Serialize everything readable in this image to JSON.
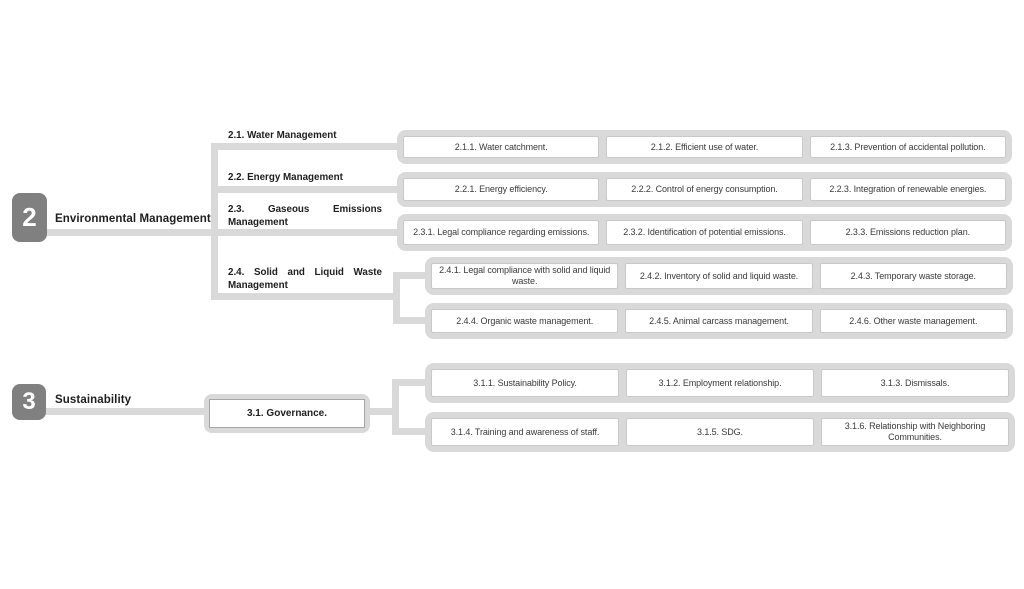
{
  "palette": {
    "connector_gray": "#d9d9d9",
    "badge_gray": "#808080",
    "cell_border": "#c9c9c9",
    "node_border": "#a6a6a6",
    "label_text": "#1e1e1e",
    "cell_text": "#3a3a3a",
    "background": "#ffffff"
  },
  "sections": [
    {
      "number": "2",
      "label": "Environmental Management",
      "branches": [
        {
          "label": "2.1. Water Management",
          "rows": [
            {
              "cells": [
                "2.1.1. Water catchment.",
                "2.1.2. Efficient use of water.",
                "2.1.3. Prevention of accidental pollution."
              ]
            }
          ]
        },
        {
          "label": "2.2. Energy Management",
          "rows": [
            {
              "cells": [
                "2.2.1. Energy efficiency.",
                "2.2.2. Control of energy consumption.",
                "2.2.3. Integration of renewable energies."
              ]
            }
          ]
        },
        {
          "label": "2.3. Gaseous Emissions Management",
          "rows": [
            {
              "cells": [
                "2.3.1. Legal compliance regarding emissions.",
                "2.3.2. Identification of potential emissions.",
                "2.3.3. Emissions reduction plan."
              ]
            }
          ]
        },
        {
          "label": "2.4. Solid and Liquid Waste Management",
          "rows": [
            {
              "cells": [
                "2.4.1. Legal compliance with solid and liquid waste.",
                "2.4.2. Inventory of solid and liquid waste.",
                "2.4.3. Temporary waste storage."
              ]
            },
            {
              "cells": [
                "2.4.4. Organic waste management.",
                "2.4.5. Animal carcass management.",
                "2.4.6. Other waste management."
              ]
            }
          ]
        }
      ]
    },
    {
      "number": "3",
      "label": "Sustainability",
      "branches": [
        {
          "label": "3.1. Governance.",
          "rows": [
            {
              "cells": [
                "3.1.1. Sustainability Policy.",
                "3.1.2. Employment relationship.",
                "3.1.3. Dismissals."
              ]
            },
            {
              "cells": [
                "3.1.4. Training and awareness of staff.",
                "3.1.5. SDG.",
                "3.1.6. Relationship with Neighboring Communities."
              ]
            }
          ]
        }
      ]
    }
  ]
}
